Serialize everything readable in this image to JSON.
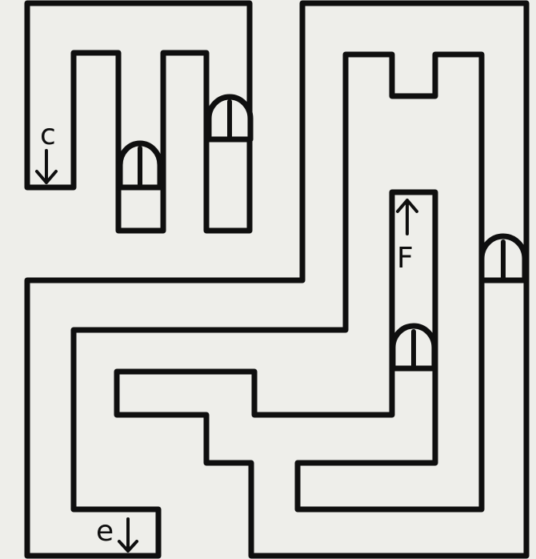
{
  "maze": {
    "labels": {
      "c": "c",
      "e": "e",
      "f": "F"
    },
    "colors": {
      "ink": "#0f0f0f",
      "paper": "#eeeeea"
    },
    "icons": {
      "door": "arched-door-icon",
      "arrow_down": "down-arrow-icon",
      "arrow_up": "up-arrow-icon"
    }
  }
}
